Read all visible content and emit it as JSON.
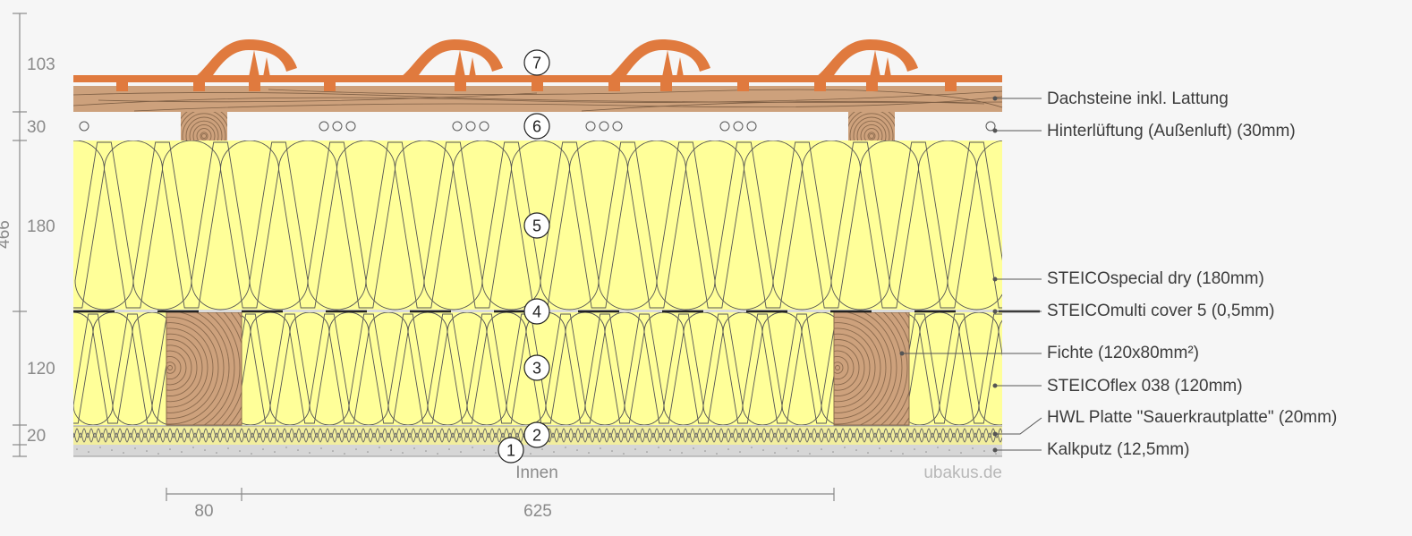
{
  "colors": {
    "background": "#f6f6f6",
    "tile": "#e07a3e",
    "wood": "#cda17c",
    "wood_lines": "#8b6a4d",
    "insulation": "#ffff99",
    "insulation_lines": "#555555",
    "plaster": "#d6d6d6",
    "hwl": "#f2ee9e",
    "membrane": "#222222",
    "dim": "#8a8a8a",
    "label": "#3c3c3c"
  },
  "dimensions": {
    "vertical": [
      "103",
      "30",
      "180",
      "120",
      "20"
    ],
    "total": "466",
    "horizontal": [
      "80",
      "625"
    ]
  },
  "layer_numbers": [
    "1",
    "2",
    "3",
    "4",
    "5",
    "6",
    "7"
  ],
  "labels": [
    "Dachsteine inkl. Lattung",
    "Hinterlüftung (Außenluft) (30mm)",
    "STEICOspecial dry (180mm)",
    "STEICOmulti cover 5 (0,5mm)",
    "Fichte (120x80mm²)",
    "STEICOflex 038 (120mm)",
    "HWL Platte \"Sauerkrautplatte\" (20mm)",
    "Kalkputz (12,5mm)"
  ],
  "side_label": "Innen",
  "brand": "ubakus.de"
}
